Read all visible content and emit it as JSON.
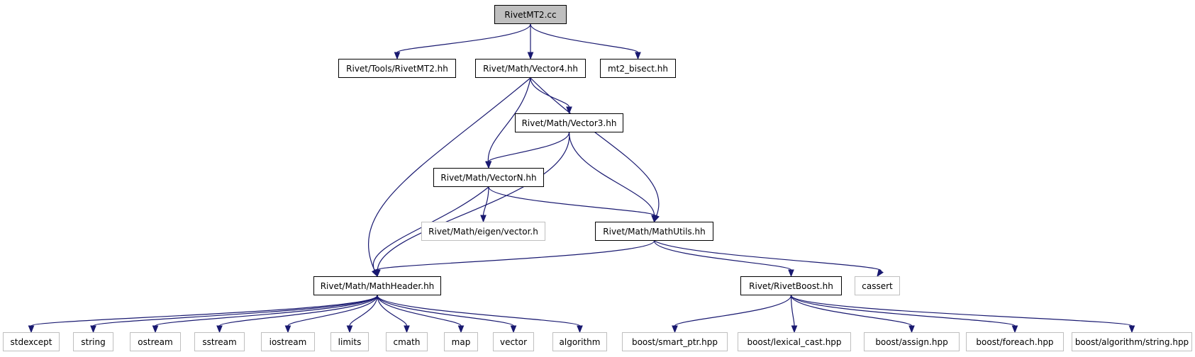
{
  "nodes": {
    "rivetmt2_cc": {
      "label": "RivetMT2.cc",
      "kind": "root"
    },
    "tools_rivetmt2": {
      "label": "Rivet/Tools/RivetMT2.hh",
      "kind": "solid"
    },
    "vector4": {
      "label": "Rivet/Math/Vector4.hh",
      "kind": "solid"
    },
    "mt2_bisect": {
      "label": "mt2_bisect.hh",
      "kind": "solid"
    },
    "vector3": {
      "label": "Rivet/Math/Vector3.hh",
      "kind": "solid"
    },
    "vectorn": {
      "label": "Rivet/Math/VectorN.hh",
      "kind": "solid"
    },
    "eigen_vector": {
      "label": "Rivet/Math/eigen/vector.h",
      "kind": "ghost"
    },
    "mathutils": {
      "label": "Rivet/Math/MathUtils.hh",
      "kind": "solid"
    },
    "mathheader": {
      "label": "Rivet/Math/MathHeader.hh",
      "kind": "solid"
    },
    "rivetboost": {
      "label": "Rivet/RivetBoost.hh",
      "kind": "solid"
    },
    "cassert": {
      "label": "cassert",
      "kind": "ghost"
    },
    "stdexcept": {
      "label": "stdexcept",
      "kind": "ghost"
    },
    "string": {
      "label": "string",
      "kind": "ghost"
    },
    "ostream": {
      "label": "ostream",
      "kind": "ghost"
    },
    "sstream": {
      "label": "sstream",
      "kind": "ghost"
    },
    "iostream": {
      "label": "iostream",
      "kind": "ghost"
    },
    "limits": {
      "label": "limits",
      "kind": "ghost"
    },
    "cmath": {
      "label": "cmath",
      "kind": "ghost"
    },
    "map": {
      "label": "map",
      "kind": "ghost"
    },
    "vector": {
      "label": "vector",
      "kind": "ghost"
    },
    "algorithm": {
      "label": "algorithm",
      "kind": "ghost"
    },
    "smart_ptr": {
      "label": "boost/smart_ptr.hpp",
      "kind": "ghost"
    },
    "lexical_cast": {
      "label": "boost/lexical_cast.hpp",
      "kind": "ghost"
    },
    "assign": {
      "label": "boost/assign.hpp",
      "kind": "ghost"
    },
    "foreach": {
      "label": "boost/foreach.hpp",
      "kind": "ghost"
    },
    "algo_string": {
      "label": "boost/algorithm/string.hpp",
      "kind": "ghost"
    }
  },
  "edges": [
    [
      "rivetmt2_cc",
      "tools_rivetmt2"
    ],
    [
      "rivetmt2_cc",
      "vector4"
    ],
    [
      "rivetmt2_cc",
      "mt2_bisect"
    ],
    [
      "vector4",
      "vector3"
    ],
    [
      "vector4",
      "vectorn"
    ],
    [
      "vector4",
      "mathheader"
    ],
    [
      "vector4",
      "mathutils"
    ],
    [
      "vector3",
      "vectorn"
    ],
    [
      "vector3",
      "mathutils"
    ],
    [
      "vector3",
      "mathheader"
    ],
    [
      "vectorn",
      "eigen_vector"
    ],
    [
      "vectorn",
      "mathutils"
    ],
    [
      "vectorn",
      "mathheader"
    ],
    [
      "mathutils",
      "mathheader"
    ],
    [
      "mathutils",
      "rivetboost"
    ],
    [
      "mathutils",
      "cassert"
    ],
    [
      "mathheader",
      "stdexcept"
    ],
    [
      "mathheader",
      "string"
    ],
    [
      "mathheader",
      "ostream"
    ],
    [
      "mathheader",
      "sstream"
    ],
    [
      "mathheader",
      "iostream"
    ],
    [
      "mathheader",
      "limits"
    ],
    [
      "mathheader",
      "cmath"
    ],
    [
      "mathheader",
      "map"
    ],
    [
      "mathheader",
      "vector"
    ],
    [
      "mathheader",
      "algorithm"
    ],
    [
      "rivetboost",
      "smart_ptr"
    ],
    [
      "rivetboost",
      "lexical_cast"
    ],
    [
      "rivetboost",
      "assign"
    ],
    [
      "rivetboost",
      "foreach"
    ],
    [
      "rivetboost",
      "algo_string"
    ]
  ]
}
